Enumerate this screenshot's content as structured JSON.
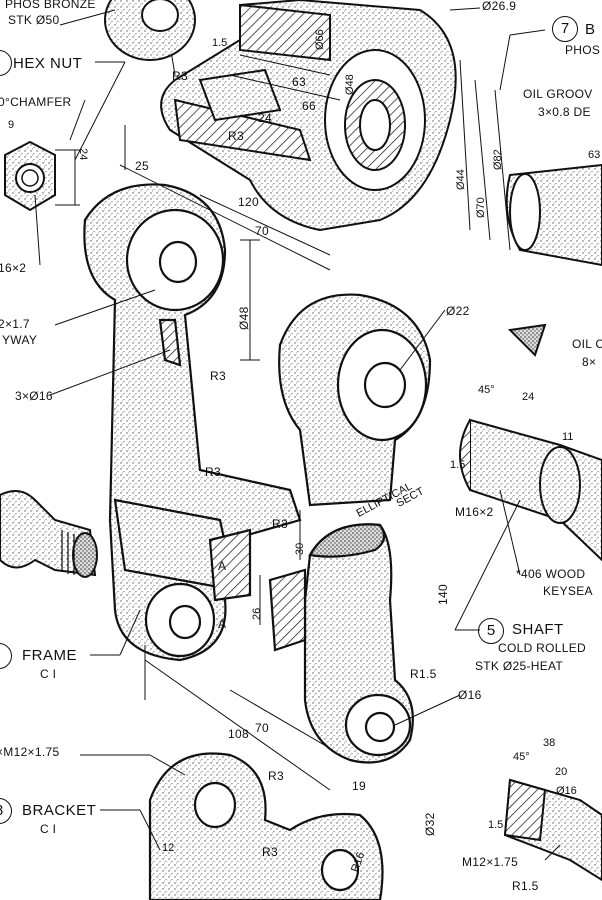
{
  "parts": {
    "top_material": "PHOS BRONZE",
    "top_stock": "STK Ø50",
    "hex_nut": "HEX NUT",
    "chamfer": "0°CHAMFER",
    "hex_thread": "16×2",
    "keyway": "2×1.7",
    "keyway_label": "YWAY",
    "holes": "3×Ø16",
    "frame": "FRAME",
    "frame_c": "C I",
    "bracket_num": "8",
    "bracket": "BRACKET",
    "bracket_c": "C I",
    "thread_left": "×M12×1.75",
    "part7_num": "7",
    "part7_name": "B",
    "part7_material": "PHOS",
    "oil_groove": "OIL GROOV",
    "oil_groove_dim": "3×0.8 DE",
    "oil_right": "OIL C",
    "oil_right_dim": "8×",
    "shaft_num": "5",
    "shaft": "SHAFT",
    "shaft_material": "COLD ROLLED",
    "shaft_stock": "STK Ø25-HEAT",
    "woodruff": "*406 WOOD",
    "keyseat": "KEYSEA",
    "shaft_thread": "M16×2",
    "bottom_thread": "M12×1.75",
    "bottom_r": "R1.5",
    "elliptical": "ELLIPTICAL",
    "sect": "SECT"
  },
  "dims": {
    "d269": "Ø26.9",
    "d15a": "1.5",
    "d63": "63",
    "d66": "66",
    "d66v": "Ø66",
    "d48v": "Ø48",
    "r3a": "R3",
    "r3b": "R3",
    "d24": "24",
    "d44": "Ø44",
    "d70v": "Ø70",
    "d82": "Ø82",
    "d9": "9",
    "d24b": "24",
    "d25": "25",
    "d120": "120",
    "d70": "70",
    "d48": "Ø48",
    "r3c": "R3",
    "r3d": "R3",
    "r3e": "R3",
    "d30": "30",
    "d26": "26",
    "d22": "Ø22",
    "d45a": "45°",
    "d24c": "24",
    "d11": "11",
    "d15b": "1.5",
    "d63b": "63",
    "d140": "140",
    "r15": "R1.5",
    "d16": "Ø16",
    "d108": "108",
    "d70b": "70",
    "d19": "19",
    "d32": "Ø32",
    "r3f": "R3",
    "r3g": "R3",
    "r16": "R16",
    "d12": "12",
    "d38": "38",
    "d45b": "45°",
    "d20": "20",
    "d16b": "Ø16",
    "d15c": "1.5",
    "a_mark1": "A",
    "a_mark2": "A"
  }
}
